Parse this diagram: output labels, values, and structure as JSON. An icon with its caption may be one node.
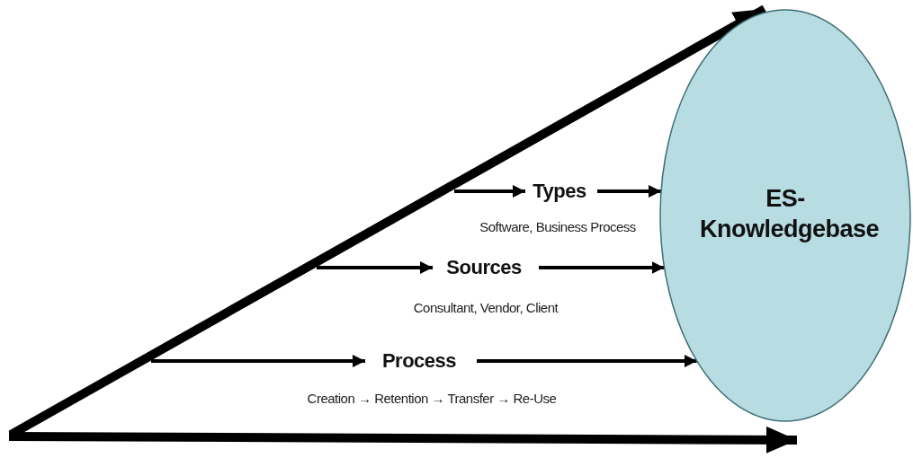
{
  "diagram": {
    "nodes": [
      {
        "text": [
          "ES-Knowledgebase"
        ]
      },
      {
        "text": [
          "Types"
        ],
        "beside": [
          "Software, Business Process"
        ]
      },
      {
        "text": [
          "Sources"
        ],
        "beside": [
          "Consultant, Vendor, Client"
        ]
      },
      {
        "text": [
          "Process"
        ],
        "beside": [
          "Creation → Retention → Transfer → Re-Use"
        ]
      }
    ],
    "edges": [
      {
        "from": null,
        "to": 0,
        "arrow": "to",
        "style": "thick"
      },
      {
        "from": null,
        "to": 1,
        "arrow": "to"
      },
      {
        "from": 1,
        "to": 0,
        "arrow": "to"
      },
      {
        "from": null,
        "to": 2,
        "arrow": "to"
      },
      {
        "from": 2,
        "to": 0,
        "arrow": "to"
      },
      {
        "from": null,
        "to": 3,
        "arrow": "to"
      },
      {
        "from": 3,
        "to": 0,
        "arrow": "to"
      }
    ]
  }
}
